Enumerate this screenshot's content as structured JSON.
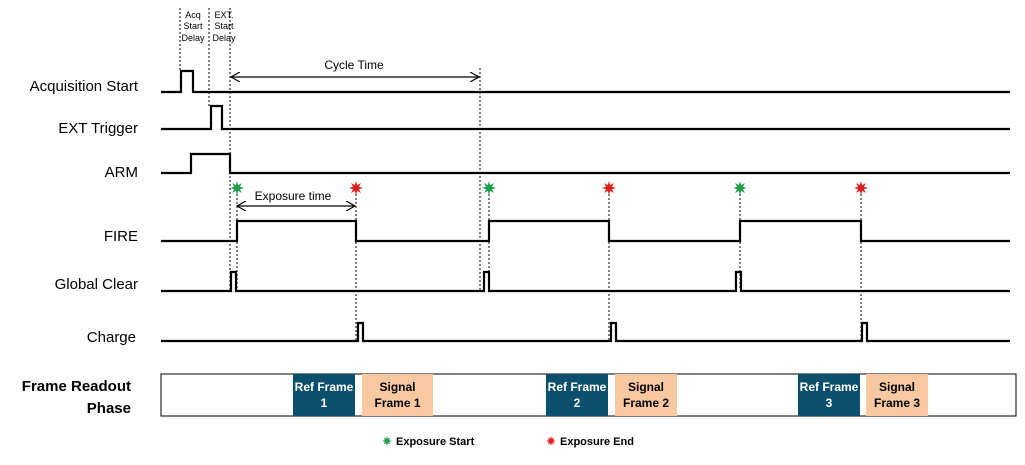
{
  "header_labels": {
    "acq_delay": [
      "Acq",
      "Start",
      "Delay"
    ],
    "ext_delay": [
      "EXT.",
      "Start",
      "Delay"
    ]
  },
  "annotations": {
    "cycle_time": "Cycle Time",
    "exposure_time": "Exposure time"
  },
  "signals": {
    "acquisition_start": "Acquisition Start",
    "ext_trigger": "EXT Trigger",
    "arm": "ARM",
    "fire": "FIRE",
    "global_clear": "Global Clear",
    "charge": "Charge"
  },
  "phase": {
    "line1": "Frame Readout",
    "line2": "Phase",
    "frames": [
      {
        "kind": "ref",
        "line1": "Ref Frame",
        "line2": "1"
      },
      {
        "kind": "signal",
        "line1": "Signal",
        "line2": "Frame 1"
      },
      {
        "kind": "ref",
        "line1": "Ref Frame",
        "line2": "2"
      },
      {
        "kind": "signal",
        "line1": "Signal",
        "line2": "Frame 2"
      },
      {
        "kind": "ref",
        "line1": "Ref Frame",
        "line2": "3"
      },
      {
        "kind": "signal",
        "line1": "Signal",
        "line2": "Frame 3"
      }
    ]
  },
  "legend": {
    "exposure_start": "Exposure  Start",
    "exposure_end": "Exposure  End"
  },
  "colors": {
    "exposure_start": "#1f9e4f",
    "exposure_end": "#e02020",
    "ref_frame_fill": "#0b4f6c",
    "ref_frame_text": "#ffffff",
    "signal_frame_fill": "#f8c9a0",
    "signal_frame_text": "#000000"
  }
}
